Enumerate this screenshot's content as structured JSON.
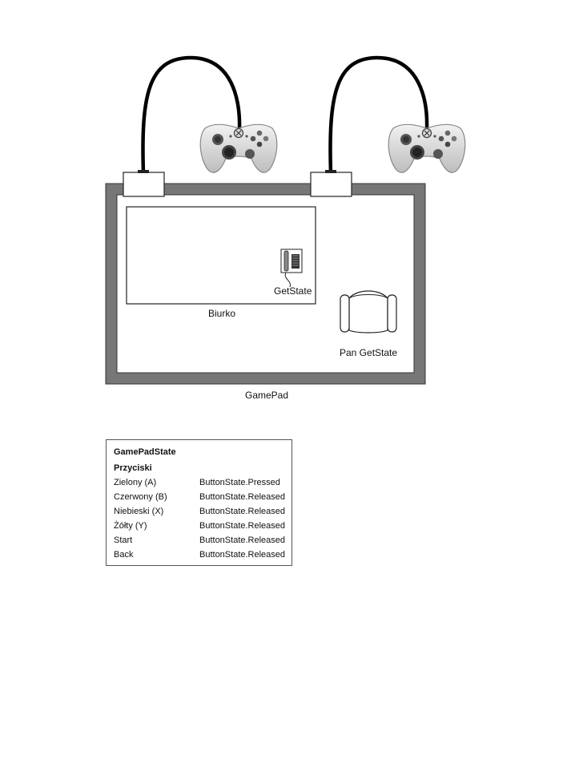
{
  "diagram": {
    "gamepad_label": "GamePad",
    "desk_label": "Biurko",
    "phone_label": "GetState",
    "chair_label": "Pan GetState",
    "icons": [
      "controller-icon",
      "controller-icon",
      "telephone-icon",
      "chair-icon"
    ]
  },
  "state_table": {
    "title": "GamePadState",
    "section": "Przyciski",
    "rows": [
      {
        "button": "Zielony (A)",
        "state": "ButtonState.Pressed"
      },
      {
        "button": "Czerwony (B)",
        "state": "ButtonState.Released"
      },
      {
        "button": "Niebieski (X)",
        "state": "ButtonState.Released"
      },
      {
        "button": "Żółty (Y)",
        "state": "ButtonState.Released"
      },
      {
        "button": "Start",
        "state": "ButtonState.Released"
      },
      {
        "button": "Back",
        "state": "ButtonState.Released"
      }
    ]
  }
}
